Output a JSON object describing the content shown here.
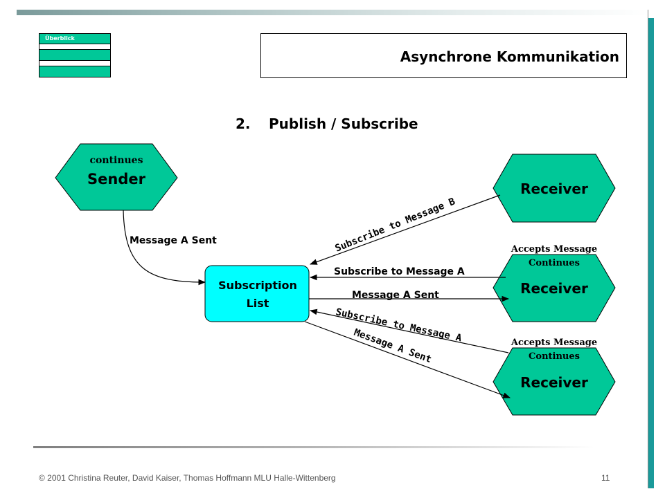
{
  "nav": {
    "label": "Überblick"
  },
  "header": {
    "title": "Asynchrone Kommunikation"
  },
  "section": {
    "number": "2.",
    "title": "Publish / Subscribe"
  },
  "diagram": {
    "sender": {
      "small_label": "continues",
      "label": "Sender"
    },
    "receiver_top": {
      "label": "Receiver"
    },
    "receiver_mid": {
      "label": "Receiver",
      "note_line1": "Accepts Message",
      "note_line2": "Continues"
    },
    "receiver_bottom": {
      "label": "Receiver",
      "note_line1": "Accepts Message",
      "note_line2": "Continues"
    },
    "subscription_list": {
      "line1": "Subscription",
      "line2": "List"
    },
    "edges": {
      "sender_to_list": "Message A Sent",
      "subscribe_b": "Subscribe to Message B",
      "subscribe_a_mid": "Subscribe to Message A",
      "sent_a_mid": "Message A Sent",
      "subscribe_a_bottom": "Subscribe to Message A",
      "sent_a_bottom": "Message A Sent"
    },
    "colors": {
      "node_fill": "#00c898",
      "list_fill": "#00ffff"
    }
  },
  "footer": {
    "credit": "© 2001 Christina Reuter,  David Kaiser, Thomas Hoffmann MLU Halle-Wittenberg",
    "page": "11"
  }
}
